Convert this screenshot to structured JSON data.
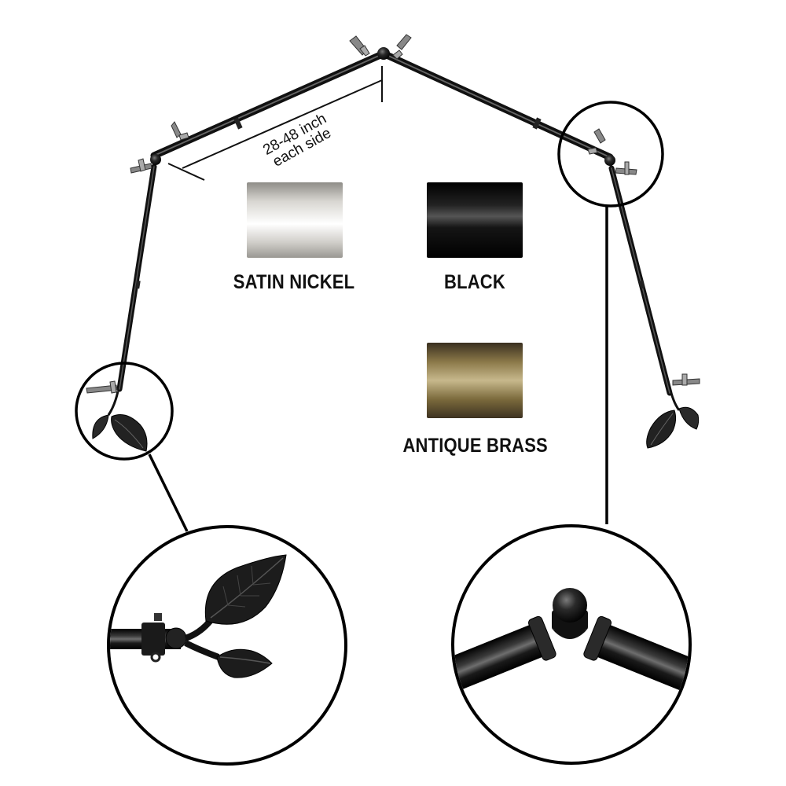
{
  "dimension": {
    "line1": "28-48 inch",
    "line2": "each side"
  },
  "finishes": [
    {
      "label": "SATIN NICKEL",
      "color": "#c9c7c1"
    },
    {
      "label": "BLACK",
      "color": "#151515"
    },
    {
      "label": "ANTIQUE BRASS",
      "color": "#8f7b4c"
    }
  ],
  "colors": {
    "rod": "#1a1a1a",
    "outline": "#000000",
    "background": "#ffffff"
  },
  "icons": [
    "leaf-finial-icon",
    "ball-elbow-connector-icon",
    "mounting-bracket-icon"
  ]
}
